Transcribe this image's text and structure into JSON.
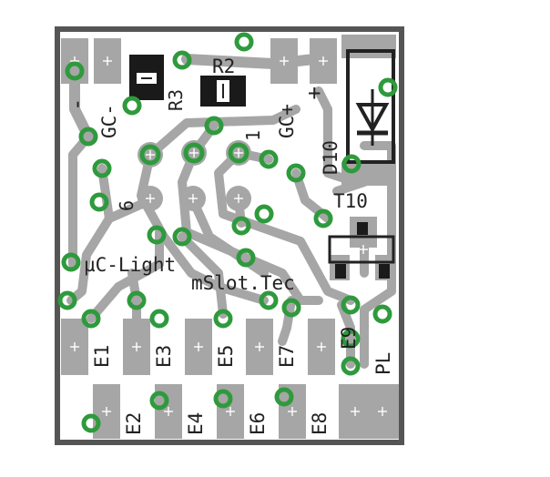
{
  "board": {
    "labels": {
      "r2": "R2",
      "r3": "R3",
      "gc_minus": "GC-",
      "gc_plus": "GC+",
      "minus_sign": "-",
      "plus_sign": "+",
      "d10": "D10",
      "t10": "T10",
      "uc_light": "µC-Light",
      "mslot": "mSlot.Tec",
      "pin6": "6",
      "pin1": "1",
      "e1": "E1",
      "e2": "E2",
      "e3": "E3",
      "e4": "E4",
      "e5": "E5",
      "e6": "E6",
      "e7": "E7",
      "e8": "E8",
      "e9": "E9",
      "pl": "PL"
    },
    "colors": {
      "silkscreen": "#222222",
      "copper": "#a6a6a6",
      "via_ring": "#2e9a3c",
      "background": "#ffffff"
    }
  }
}
